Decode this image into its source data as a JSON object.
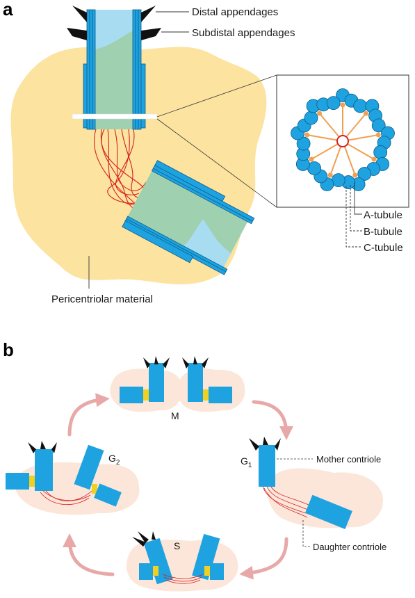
{
  "panel_a": {
    "letter": "a",
    "labels": {
      "distal": "Distal appendages",
      "subdistal": "Subdistal appendages",
      "pcm": "Pericentriolar material",
      "a_tubule": "A-tubule",
      "b_tubule": "B-tubule",
      "c_tubule": "C-tubule"
    }
  },
  "panel_b": {
    "letter": "b",
    "phases": {
      "m": "M",
      "g1": "G",
      "g1_sub": "1",
      "s": "S",
      "g2": "G",
      "g2_sub": "2"
    },
    "labels": {
      "mother": "Mother contriole",
      "daughter": "Daughter contriole"
    }
  },
  "colors": {
    "pcm": "#fce3a0",
    "pcm_light": "#fbe6d9",
    "microtubule": "#1ea3e0",
    "lumen": "#a8dcf0",
    "lumen_green": "#9fd0b0",
    "fiber": "#d62020",
    "spoke": "#f0a050",
    "arrow": "#e8a8a8",
    "link": "#f0d020"
  }
}
